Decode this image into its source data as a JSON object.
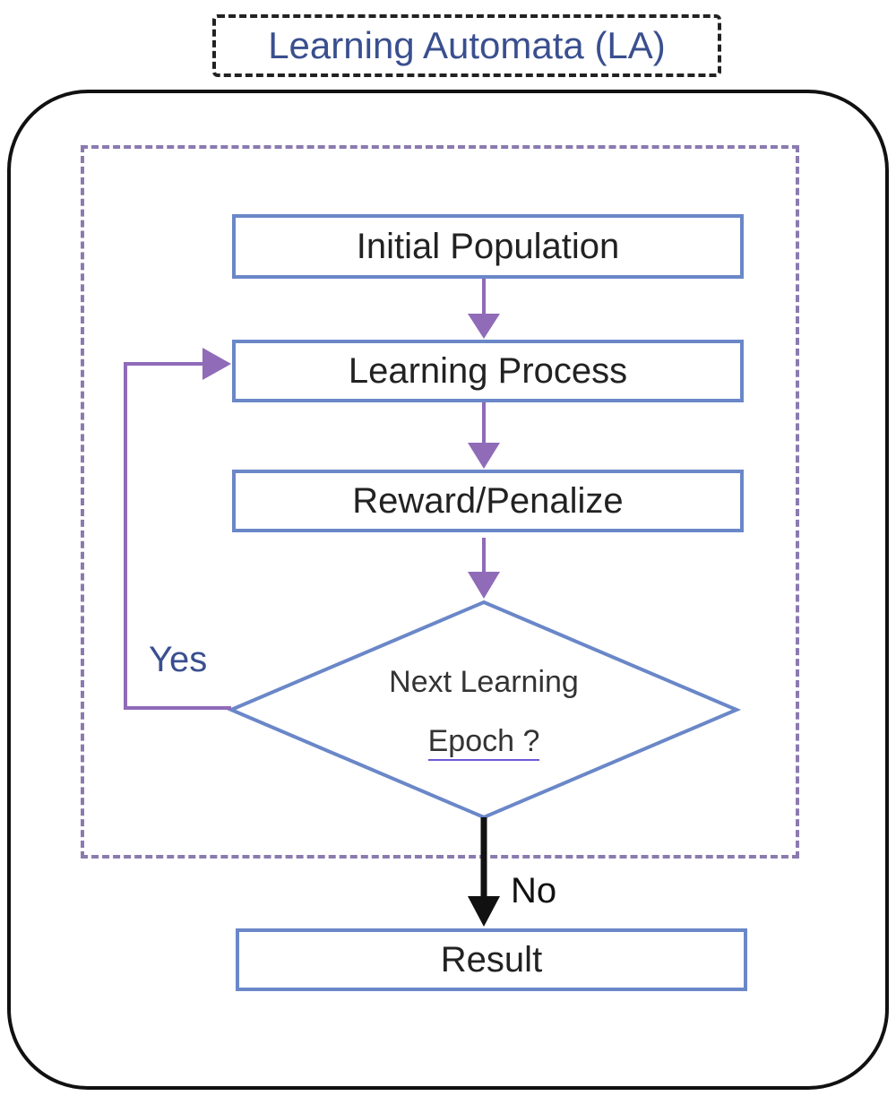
{
  "title": "Learning Automata (LA)",
  "nodes": {
    "initial_population": "Initial Population",
    "learning_process": "Learning Process",
    "reward_penalize": "Reward/Penalize",
    "decision_line1": "Next Learning",
    "decision_line2": "Epoch ?",
    "result": "Result"
  },
  "edges": {
    "yes_label": "Yes",
    "no_label": "No"
  },
  "colors": {
    "box_border": "#6a87c8",
    "flow_arrow": "#8f6bb8",
    "dashed_frame": "#8a7ab0",
    "exit_arrow": "#111111",
    "title_text": "#3a4f8f"
  }
}
